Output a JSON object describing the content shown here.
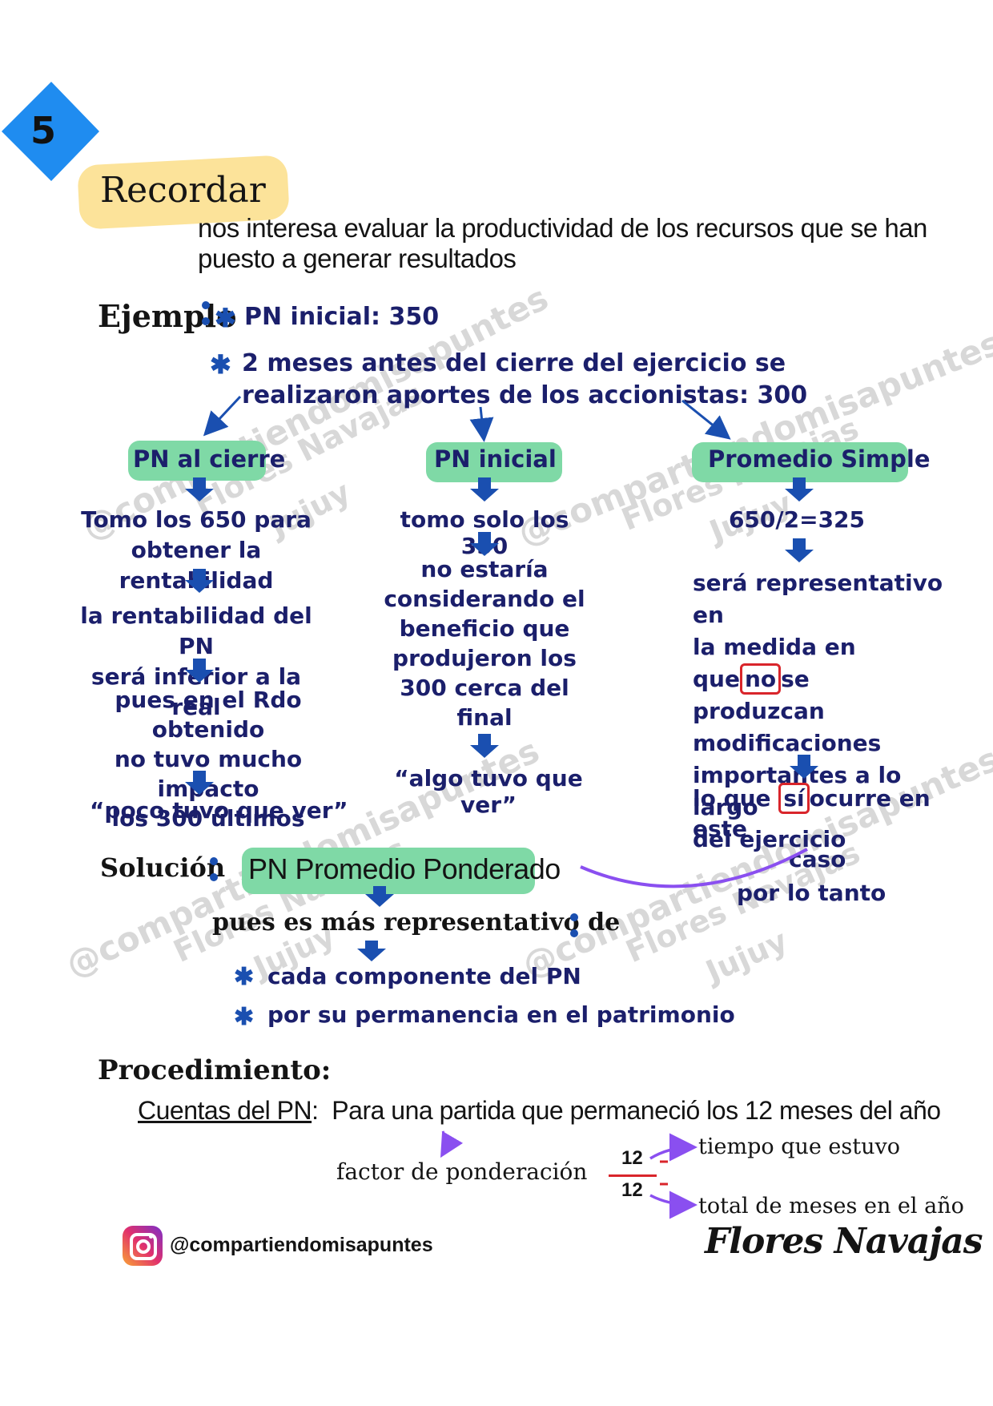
{
  "badge": {
    "number": "5"
  },
  "recordar": {
    "title": "Recordar",
    "line1": "nos interesa evaluar la productividad de los recursos que se han",
    "line2": "puesto a generar resultados"
  },
  "ejemplo": {
    "label": "Ejemplo",
    "bullet1": "PN inicial: 350",
    "bullet2_line1": "2 meses antes del cierre del ejercicio se",
    "bullet2_line2": "realizaron aportes de los accionistas: 300"
  },
  "columns": {
    "left": {
      "header": "PN al cierre",
      "step1_line1": "Tomo los 650 para",
      "step1_line2": "obtener la rentabilidad",
      "step2_line1": "la rentabilidad del PN",
      "step2_line2": "será inferior a la real",
      "step3_line1": "pues en el Rdo obtenido",
      "step3_line2": "no tuvo mucho impacto",
      "step3_line3": "los 300 últimos",
      "quote": "“poco tuvo que ver”"
    },
    "middle": {
      "header": "PN inicial",
      "step1": "tomo solo los 350",
      "step2_line1": "no estaría",
      "step2_line2": "considerando el",
      "step2_line3": "beneficio que",
      "step2_line4": "produjeron los",
      "step2_line5": "300 cerca del",
      "step2_line6": "final",
      "quote": "“algo tuvo que ver”"
    },
    "right": {
      "header": "Promedio Simple",
      "step1": "650/2=325",
      "step2_line1": "será representativo en",
      "step2_line2_a": "la medida en que",
      "step2_line2_box": "no",
      "step2_line2_b": "se",
      "step2_line3": "produzcan",
      "step2_line4": "modificaciones",
      "step2_line5": "importantes a lo largo",
      "step2_line6": "del ejercicio",
      "step3_a": "lo que",
      "step3_box": "sí",
      "step3_b": "ocurre en este",
      "step3_line2": "caso",
      "por_lo_tanto": "por lo tanto"
    }
  },
  "solucion": {
    "label": "Solución",
    "value": "PN Promedio Ponderado",
    "reason": "pues es más representativo de",
    "bullet1": "cada componente del PN",
    "bullet2": "por su permanencia en el patrimonio"
  },
  "procedimiento": {
    "label": "Procedimiento:",
    "cuentas_label": "Cuentas del PN",
    "cuentas_text": "Para una partida que permaneció los 12 meses del año",
    "factor_label": "factor de ponderación",
    "numerator": "12",
    "denominator": "12",
    "numerator_note": "tiempo que estuvo",
    "denominator_note": "total de meses en el año"
  },
  "footer": {
    "instagram_handle": "@compartiendomisapuntes",
    "signature": "Flores Navajas"
  },
  "watermark": {
    "handle": "@compartiendomisapuntes",
    "name": "Flores Navajas",
    "place": "Jujuy"
  },
  "colors": {
    "badge": "#1f8cf0",
    "navy_text": "#1b1f6b",
    "arrow_blue": "#1a4fb0",
    "green_highlight": "#7fd9a6",
    "yellow_highlight": "#fce39a",
    "red_box": "#d9252b",
    "purple_arrow": "#8a4ff0"
  }
}
